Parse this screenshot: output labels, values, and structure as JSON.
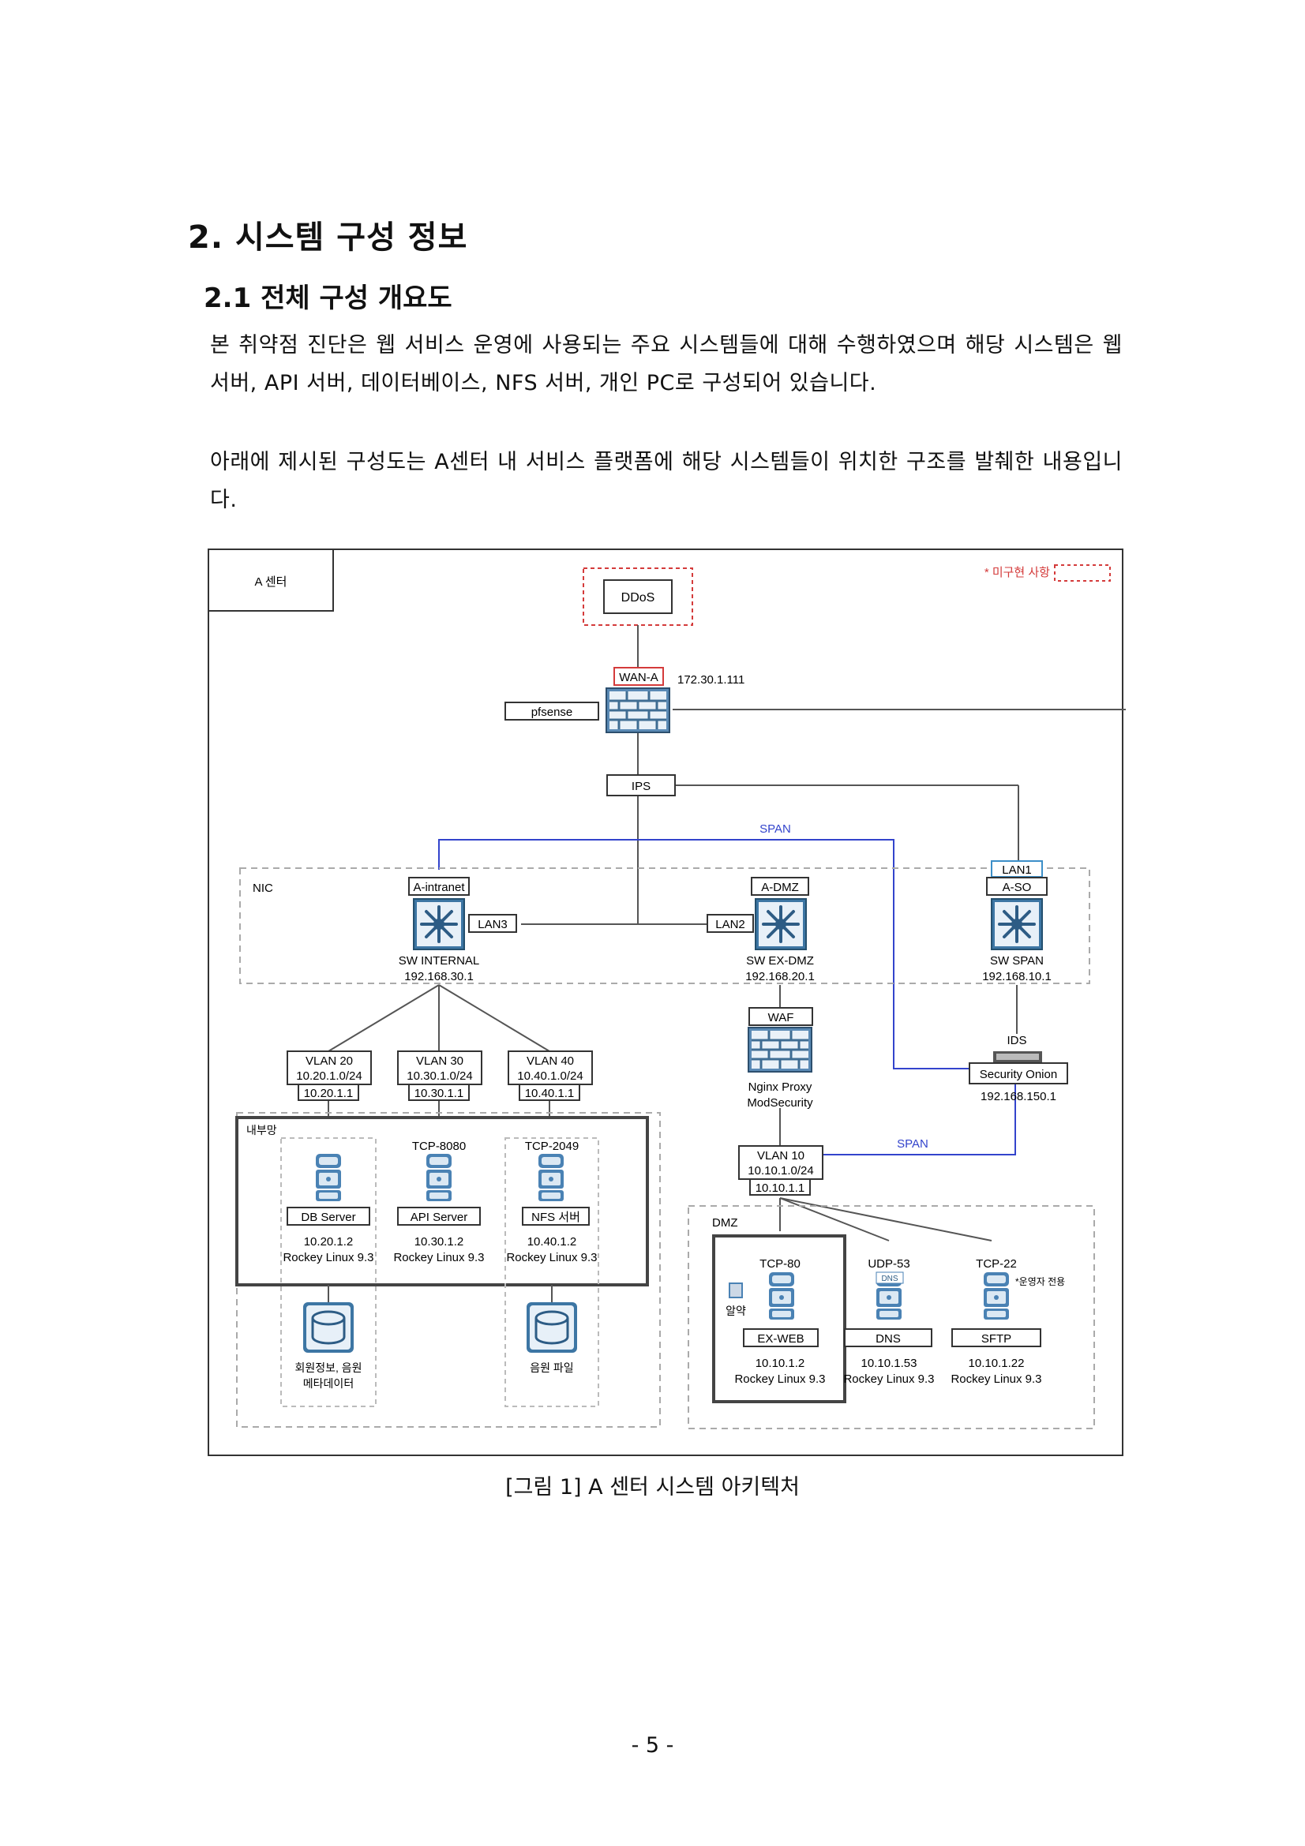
{
  "section_title": "2. 시스템 구성 정보",
  "subsection_title": "2.1 전체 구성 개요도",
  "paragraphs": [
    "본 취약점 진단은 웹 서비스 운영에 사용되는 주요 시스템들에 대해 수행하였으며 해당 시스템은 웹서버, API 서버, 데이터베이스, NFS 서버, 개인 PC로 구성되어 있습니다.",
    "아래에 제시된 구성도는 A센터 내 서비스 플랫폼에 해당 시스템들이 위치한 구조를 발췌한 내용입니다."
  ],
  "diagram": {
    "center_label": "A 센터",
    "legend": "* 미구현 사항",
    "ddos": "DDoS",
    "wan": "WAN-A",
    "wan_ip": "172.30.1.111",
    "pfsense": "pfsense",
    "ips": "IPS",
    "span_top": "SPAN",
    "span_bottom": "SPAN",
    "nic": "NIC",
    "lan1": "LAN1",
    "lan2": "LAN2",
    "lan3": "LAN3",
    "switches": [
      {
        "tag": "A-intranet",
        "name": "SW INTERNAL",
        "ip": "192.168.30.1"
      },
      {
        "tag": "A-DMZ",
        "name": "SW EX-DMZ",
        "ip": "192.168.20.1"
      },
      {
        "tag": "A-SO",
        "name": "SW SPAN",
        "ip": "192.168.10.1"
      }
    ],
    "waf": "WAF",
    "waf_desc1": "Nginx Proxy",
    "waf_desc2": "ModSecurity",
    "ids": "IDS",
    "ids_name": "Security Onion",
    "ids_ip": "192.168.150.1",
    "vlans": [
      {
        "name": "VLAN 20",
        "net": "10.20.1.0/24",
        "gw": "10.20.1.1"
      },
      {
        "name": "VLAN 30",
        "net": "10.30.1.0/24",
        "gw": "10.30.1.1"
      },
      {
        "name": "VLAN 40",
        "net": "10.40.1.0/24",
        "gw": "10.40.1.1"
      },
      {
        "name": "VLAN 10",
        "net": "10.10.1.0/24",
        "gw": "10.10.1.1"
      }
    ],
    "internal_zone": "내부망",
    "dmz_zone": "DMZ",
    "internal_servers": [
      {
        "port": "",
        "name": "DB Server",
        "ip": "10.20.1.2",
        "os": "Rockey Linux 9.3"
      },
      {
        "port": "TCP-8080",
        "name": "API Server",
        "ip": "10.30.1.2",
        "os": "Rockey Linux 9.3"
      },
      {
        "port": "TCP-2049",
        "name": "NFS 서버",
        "ip": "10.40.1.2",
        "os": "Rockey Linux 9.3"
      }
    ],
    "storage": [
      {
        "line1": "회원정보, 음원",
        "line2": "메타데이터"
      },
      {
        "line1": "음원 파일",
        "line2": ""
      }
    ],
    "dmz_servers": [
      {
        "port": "TCP-80",
        "name": "EX-WEB",
        "ip": "10.10.1.2",
        "os": "Rockey Linux 9.3"
      },
      {
        "port": "UDP-53",
        "name": "DNS",
        "ip": "10.10.1.53",
        "os": "Rockey Linux 9.3"
      },
      {
        "port": "TCP-22",
        "name": "SFTP",
        "ip": "10.10.1.22",
        "os": "Rockey Linux 9.3"
      }
    ],
    "operator_only": "*운영자 전용",
    "alert": "알약",
    "dns_badge": "DNS"
  },
  "caption": "[그림 1] A 센터 시스템 아키텍처",
  "page_number": "- 5 -"
}
